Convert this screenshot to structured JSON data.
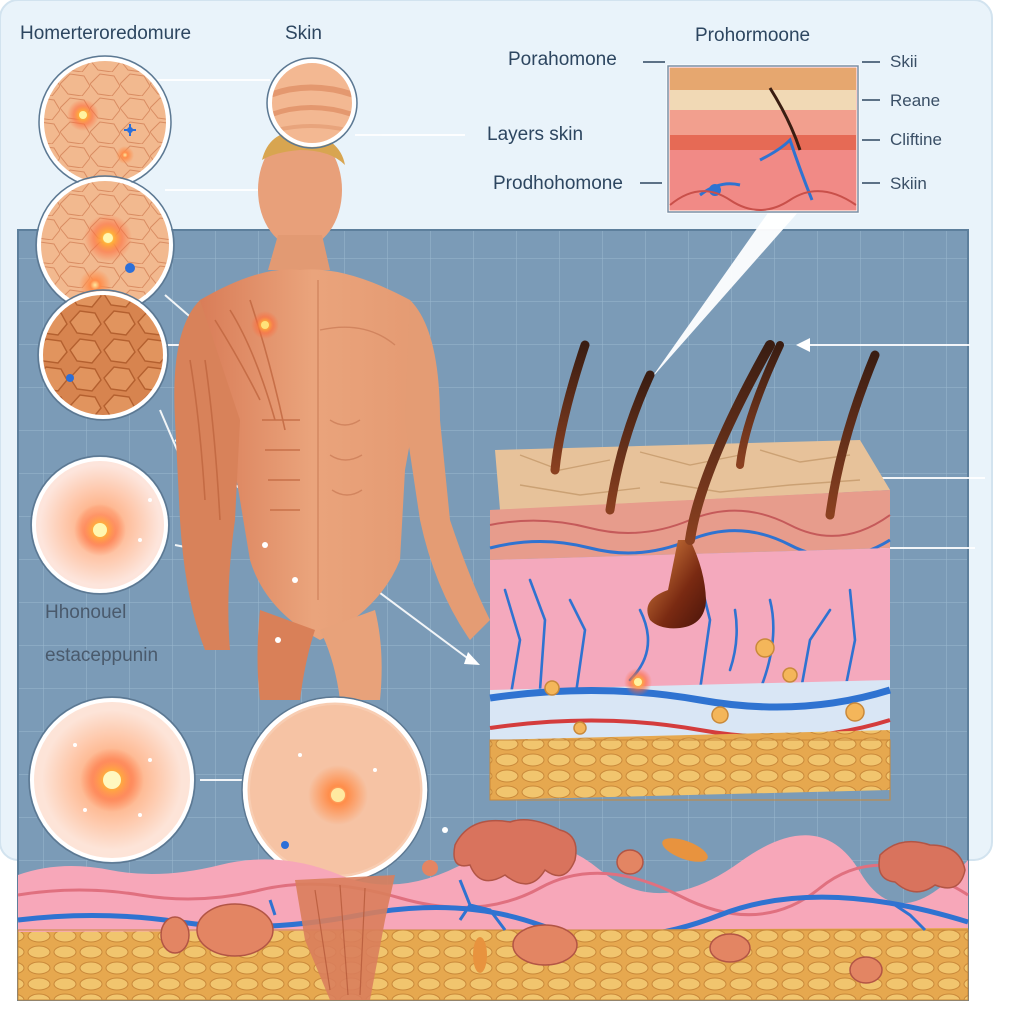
{
  "labels": {
    "top_left": "Homerteroredomure",
    "skin_top": "Skin",
    "layers_skin": "Layers skin",
    "porahomone": "Porahomone",
    "prohormoone": "Prohormoone",
    "prodhohomone": "Prodhohomone",
    "inset_skii": "Skii",
    "inset_reane": "Reane",
    "inset_clifine": "Cliftine",
    "inset_skiin": "Skiin",
    "hhonouel": "Hhonouel",
    "estaceppun": "estaceppunin"
  },
  "colors": {
    "panel_bg": "#e9f3fa",
    "grid_bg": "#7b9bb7",
    "skin_tone": "#e9a27a",
    "epidermis": "#e7c29a",
    "dermis_pink": "#f4a9bd",
    "vessel_blue": "#2f73d1",
    "fat_yellow": "#e9b35a",
    "hotspot": "#ff7a32"
  },
  "icons": [
    "skin-closeup-circle",
    "hair-follicle",
    "blood-vessel",
    "inflammation-spot",
    "fat-cell"
  ]
}
